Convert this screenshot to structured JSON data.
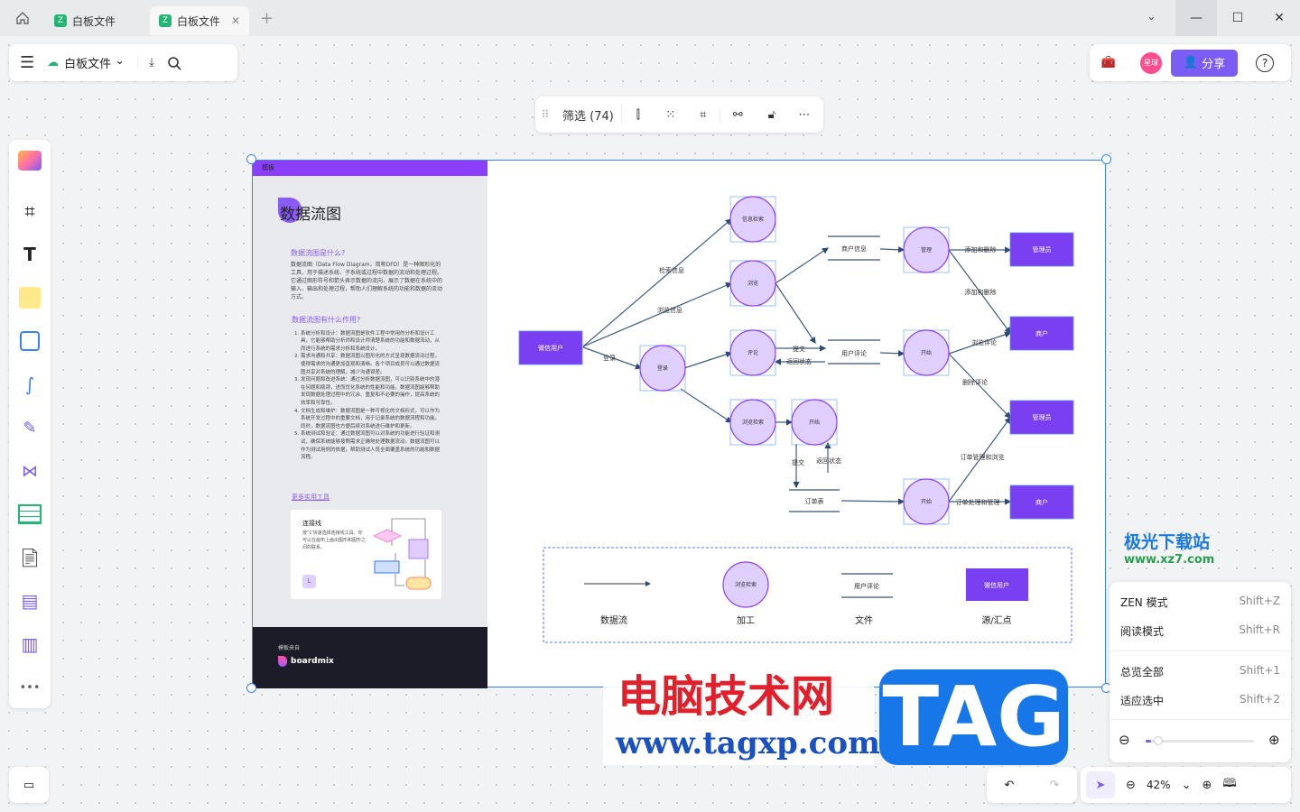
{
  "tabs": [
    {
      "label": "白板文件"
    },
    {
      "label": "白板文件"
    }
  ],
  "header": {
    "file_name": "白板文件",
    "share_label": "分享",
    "avatar_text": "星球"
  },
  "toolbar": {
    "filter_label": "筛选 (74)"
  },
  "left_page": {
    "tag": "模板",
    "title": "数据流图",
    "q1": "数据流图是什么?",
    "p1": "数据流图（Data Flow Diagram，简称DFD）是一种图形化的工具，用于描述系统、子系统或过程中数据的流动和处理过程。它通过图形符号和箭头表示数据的流向，展示了数据在系统中的输入、输出和处理过程，帮助人们理解系统的功能和数据的流动方式。",
    "q2": "数据流图有什么作用?",
    "items": [
      "系统分析和设计：数据流图是软件工程中常用的分析和设计工具，它能够帮助分析师和设计师清楚系统的功能和数据流动，从而进行系统的需求分析和系统设计。",
      "需求沟通和共享：数据流图以图形化的方式呈现数据流动过程，使得需求的沟通更加直观和清晰。各个项目成员可以通过数据流图共享对系统的理解，减少沟通误差。",
      "发现问题和改进系统：通过分析数据流图，可以识别系统中的潜在问题和瓶颈，进而优化系统的性能和功能。数据流图能够帮助发现数据处理过程中的冗余、重复和不必要的操作，提高系统的效率和可靠性。",
      "文档生成和维护：数据流图是一种可视化的文档形式，可以作为系统开发过程中的重要文档，用于记录系统的数据流程和功能。同时，数据流图也方便后续对系统进行维护和更新。",
      "系统测试和验证：通过数据流图可以对系统的功能进行验证和测试，确保系统能够按照需求正确地处理数据流动。数据流图可以作为测试用例的依据，帮助测试人员全面覆盖系统的功能和数据流程。"
    ],
    "more_tools": "更多实用工具",
    "card_title": "连接线",
    "card_text": "按“L”快速选择连接线工具。你可以在画布上画出图形和图形之间的联系。",
    "card_key": "L",
    "footer_small": "模板来自",
    "footer_brand": "boardmix"
  },
  "diagram": {
    "nodes": {
      "wechat_user": "微信用户",
      "info_search": "信息检索",
      "browse": "浏览",
      "login": "登录",
      "comment": "评论",
      "browse_search": "浏览检索",
      "start_a": "开始",
      "manage": "管理",
      "start_b": "开始",
      "start_c": "开始",
      "admin1": "管理员",
      "merchant1": "商户",
      "admin2": "管理员",
      "merchant2": "商户"
    },
    "stores": {
      "merchant_info": "商户信息",
      "user_comment": "用户评论",
      "order_table": "订单表"
    },
    "edges": {
      "search_info": "检索信息",
      "browse_info": "浏览信息",
      "login": "登录",
      "submit1": "提交",
      "return1": "返回状态",
      "submit2": "提交",
      "return2": "返回状态",
      "add_delete1": "添加和删除",
      "add_delete2": "添加和删除",
      "browse_comment": "浏览评论",
      "delete_comment": "删除评论",
      "order_manage_browse": "订单管理和浏览",
      "order_process": "订单处理和管理"
    },
    "legend": {
      "flow": "数据流",
      "process": "加工",
      "process_node": "浏览检索",
      "file": "文件",
      "file_node": "用户评论",
      "source": "源/汇点",
      "source_node": "微信用户"
    }
  },
  "view_menu": [
    {
      "label": "ZEN 模式",
      "key": "Shift+Z"
    },
    {
      "label": "阅读模式",
      "key": "Shift+R"
    },
    {
      "label": "总览全部",
      "key": "Shift+1"
    },
    {
      "label": "适应选中",
      "key": "Shift+2"
    }
  ],
  "zoom": {
    "level": "42%",
    "value": 0.05
  },
  "watermark": {
    "line1": "电脑技术网",
    "line2": "www.tagxp.com",
    "tag": "TAG",
    "brand": "极光下载站",
    "brand_url": "www.xz7.com"
  },
  "colors": {
    "accent": "#7b3ff2",
    "node_fill": "#e0d0ff"
  }
}
